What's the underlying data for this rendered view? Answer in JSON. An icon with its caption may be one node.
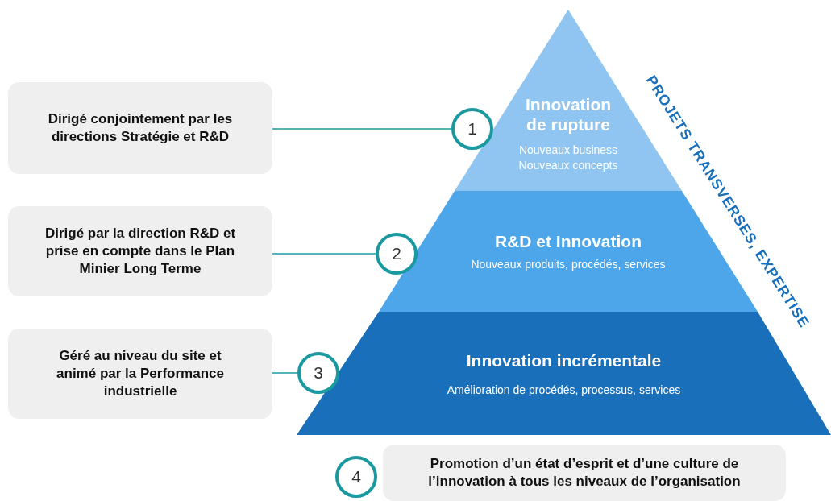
{
  "diagram": {
    "nodes": [
      {
        "text": [
          "Dirigé conjointement par les directions Stratégie et R&D"
        ]
      },
      {
        "text": [
          "1"
        ]
      },
      {
        "text": [
          "Innovation de rupture",
          "Nouveaux business Nouveaux concepts"
        ]
      },
      {
        "text": [
          "Dirigé par la direction R&D et prise en compte dans le Plan Minier Long Terme"
        ]
      },
      {
        "text": [
          "2"
        ]
      },
      {
        "text": [
          "R&D et Innovation",
          "Nouveaux produits, procédés, services"
        ]
      },
      {
        "text": [
          "Géré au niveau du site et animé par la Performance industrielle"
        ]
      },
      {
        "text": [
          "3"
        ]
      },
      {
        "text": [
          "Innovation incrémentale",
          "Amélioration de procédés, processus, services"
        ]
      },
      {
        "text": [
          "4"
        ]
      },
      {
        "text": [
          "Promotion d’un état d’esprit et d’une culture de l’innovation à tous les niveaux de l’organisation"
        ]
      }
    ],
    "edges": [
      {
        "from": 0,
        "to": 1,
        "arrow": "none"
      },
      {
        "from": 3,
        "to": 4,
        "arrow": "none"
      },
      {
        "from": 6,
        "to": 7,
        "arrow": "none"
      }
    ],
    "labels": [
      "PROJETS TRANSVERSES, EXPERTISE"
    ]
  }
}
